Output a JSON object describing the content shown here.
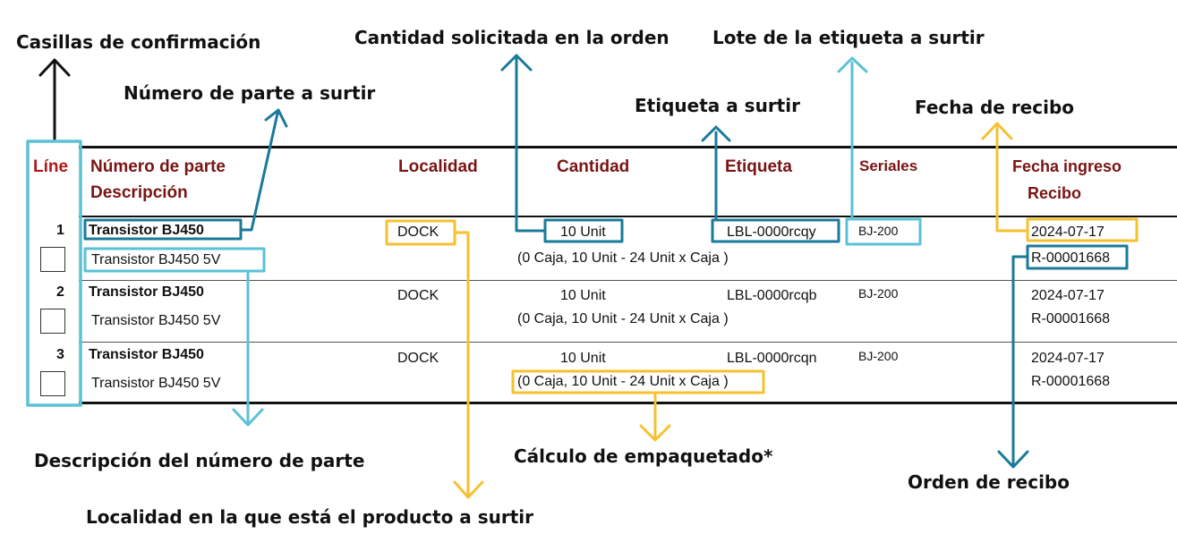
{
  "colors": {
    "header_text": "#7a1414",
    "annotation_black": "#111111",
    "callout_teal": "#1a7a99",
    "callout_light_blue": "#5bc1d6",
    "callout_yellow": "#f6c12e"
  },
  "annotations": {
    "casillas": "Casillas de confirmación",
    "cantidad_solicitada": "Cantidad solicitada en la orden",
    "lote_etiqueta": "Lote de la etiqueta a surtir",
    "numero_parte": "Número de parte a surtir",
    "etiqueta": "Etiqueta a surtir",
    "fecha_recibo": "Fecha de recibo",
    "descripcion": "Descripción del número de parte",
    "calculo": "Cálculo de empaquetado*",
    "orden_recibo": "Orden de recibo",
    "localidad": "Localidad en la que está el producto a surtir"
  },
  "table": {
    "headers": {
      "line": "Líne",
      "part_number": "Número de parte",
      "description": "Descripción",
      "location": "Localidad",
      "quantity": "Cantidad",
      "label": "Etiqueta",
      "serials": "Seriales",
      "date_in": "Fecha ingreso",
      "receipt": "Recibo"
    },
    "rows": [
      {
        "line": "1",
        "part": "Transistor BJ450",
        "desc": "Transistor BJ450 5V",
        "location": "DOCK",
        "qty": "10 Unit",
        "pack": "(0 Caja, 10 Unit - 24 Unit x Caja )",
        "label": "LBL-0000rcqy",
        "serial": "BJ-200",
        "date": "2024-07-17",
        "receipt": "R-00001668"
      },
      {
        "line": "2",
        "part": "Transistor BJ450",
        "desc": "Transistor BJ450 5V",
        "location": "DOCK",
        "qty": "10 Unit",
        "pack": "(0 Caja, 10 Unit - 24 Unit x Caja )",
        "label": "LBL-0000rcqb",
        "serial": "BJ-200",
        "date": "2024-07-17",
        "receipt": "R-00001668"
      },
      {
        "line": "3",
        "part": "Transistor BJ450",
        "desc": "Transistor BJ450 5V",
        "location": "DOCK",
        "qty": "10 Unit",
        "pack": "(0 Caja, 10 Unit - 24 Unit x Caja )",
        "label": "LBL-0000rcqn",
        "serial": "BJ-200",
        "date": "2024-07-17",
        "receipt": "R-00001668"
      }
    ]
  }
}
